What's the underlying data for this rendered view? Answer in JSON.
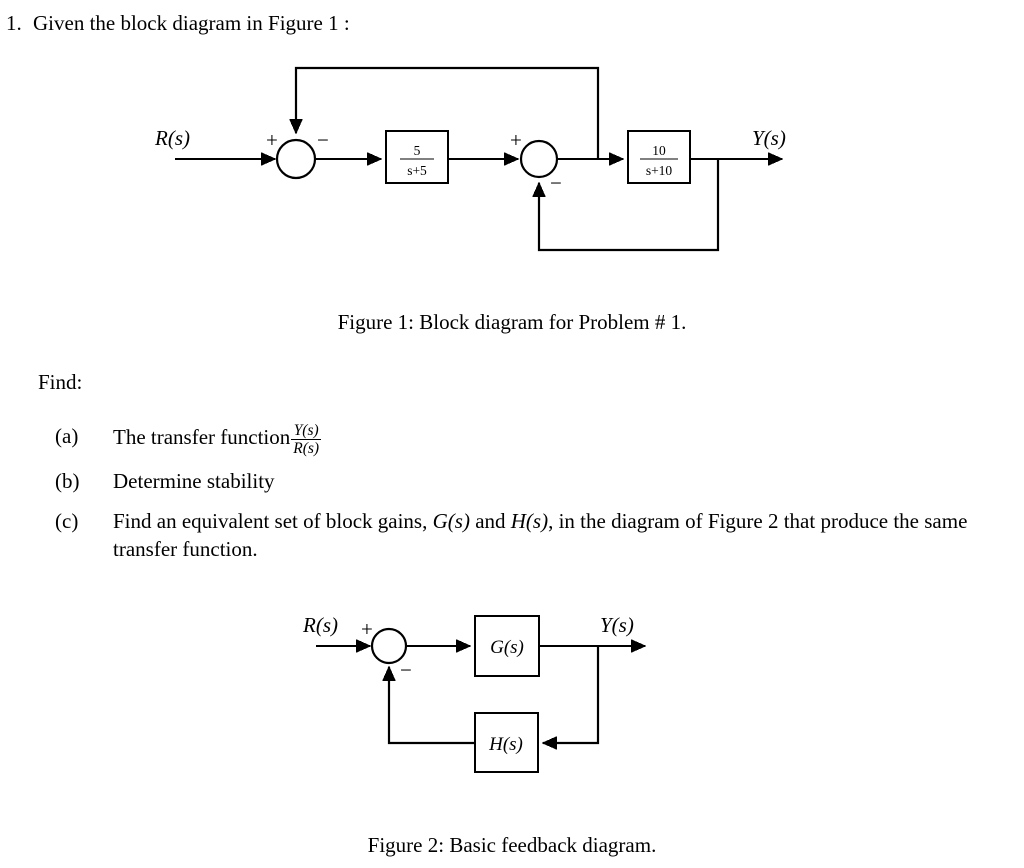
{
  "problem": {
    "number": "1.",
    "statement": "Given the block diagram in Figure 1 :",
    "find_label": "Find:",
    "items": [
      {
        "marker": "(a)",
        "text_before": "The transfer function",
        "fraction": {
          "numerator": "Y(s)",
          "denominator": "R(s)"
        },
        "text_after": ""
      },
      {
        "marker": "(b)",
        "text": "Determine stability"
      },
      {
        "marker": "(c)",
        "text_part1": "Find an equivalent set of block gains,",
        "math1": "G(s)",
        "text_part2": "and",
        "math2": "H(s)",
        "text_part3": ", in the diagram of Figure 2 that produce the same transfer function."
      }
    ]
  },
  "figure1": {
    "caption": "Figure 1: Block diagram for Problem # 1.",
    "input_label": "R(s)",
    "output_label": "Y(s)",
    "summer1": {
      "plus": "+",
      "minus": "−"
    },
    "summer2": {
      "plus": "+",
      "minus": "−"
    },
    "block1": {
      "numerator": "5",
      "denominator": "s+5"
    },
    "block2": {
      "numerator": "10",
      "denominator": "s+10"
    }
  },
  "figure2": {
    "caption": "Figure 2: Basic feedback diagram.",
    "input_label": "R(s)",
    "output_label": "Y(s)",
    "summer": {
      "plus": "+",
      "minus": "−"
    },
    "forward_block": "G(s)",
    "feedback_block": "H(s)"
  },
  "colors": {
    "ink": "#000000",
    "page": "#ffffff"
  }
}
